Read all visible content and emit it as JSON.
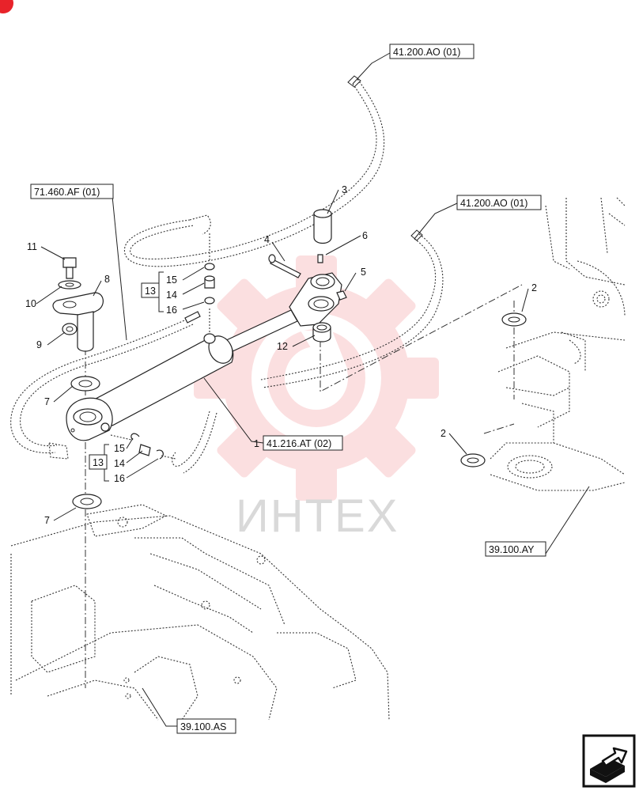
{
  "references": {
    "hose_upper": "41.200.AO (01)",
    "hose_right": "41.200.AO (01)",
    "frame_left": "71.460.AF (01)",
    "cylinder": "41.216.AT (02)",
    "axle_right": "39.100.AY",
    "axle_bottom": "39.100.AS"
  },
  "callouts": {
    "c1": "1",
    "c2a": "2",
    "c2b": "2",
    "c3": "3",
    "c4": "4",
    "c5": "5",
    "c6": "6",
    "c7a": "7",
    "c7b": "7",
    "c8": "8",
    "c9": "9",
    "c10": "10",
    "c11": "11",
    "c12": "12",
    "g1_13": "13",
    "g1_14": "14",
    "g1_15": "15",
    "g1_16": "16",
    "g2_13": "13",
    "g2_14": "14",
    "g2_15": "15",
    "g2_16": "16"
  },
  "watermark": {
    "text": "ИНТЕХ",
    "color": "#e8232a"
  },
  "nav_icon": "next-page-arrow-icon"
}
